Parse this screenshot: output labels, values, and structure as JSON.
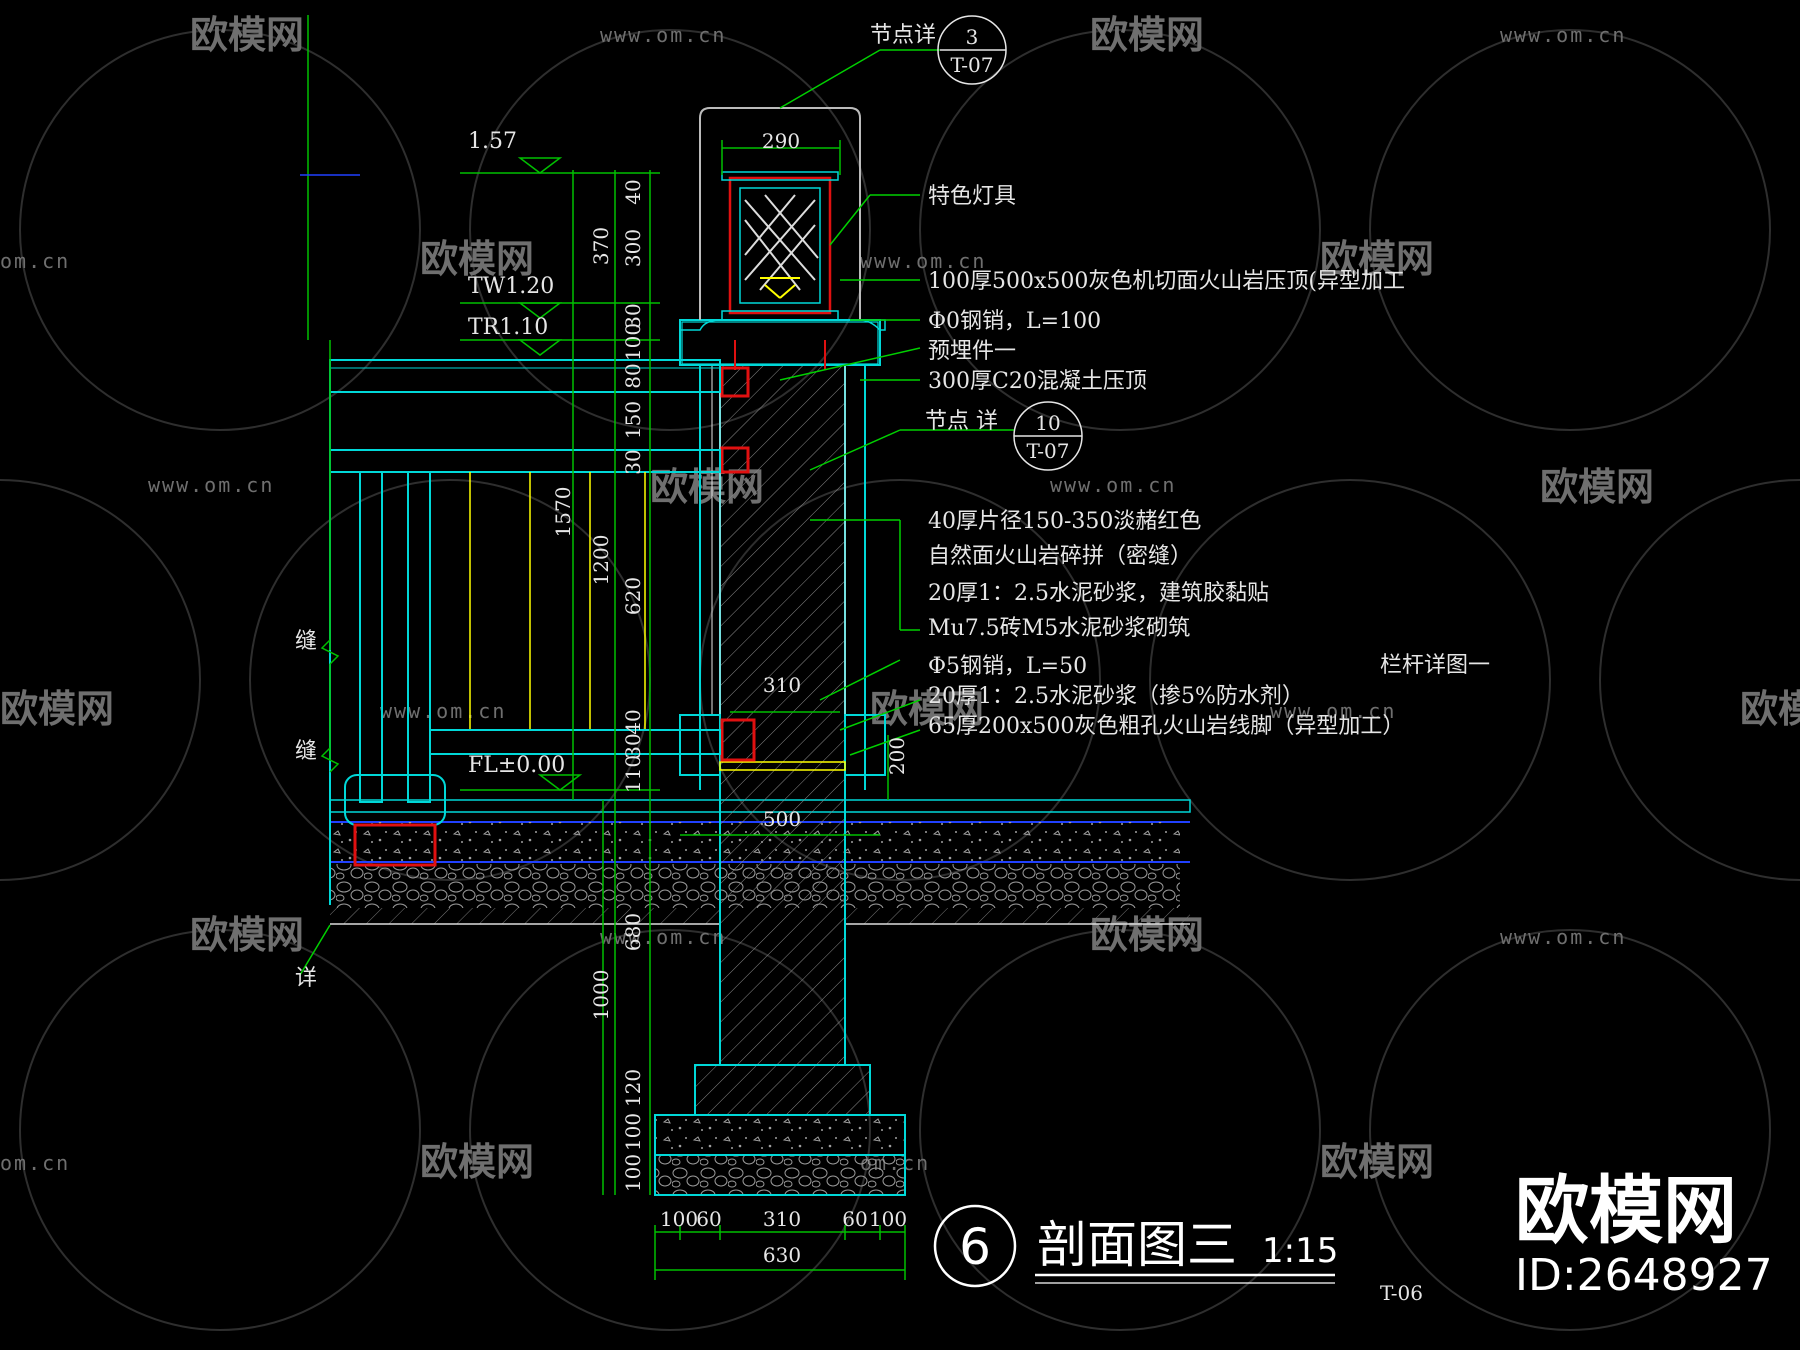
{
  "drawing": {
    "title": "剖面图三",
    "scale": "1:15",
    "section_number": "6",
    "sheet_code": "T-06",
    "railing_label": "栏杆详图一"
  },
  "elevations": {
    "top": "1.57",
    "tw": "TW1.20",
    "tr": "TR1.10",
    "fl": "FL±0.00"
  },
  "callouts": {
    "node_3": {
      "text": "节点详",
      "num": "3",
      "sheet": "T-07"
    },
    "node_10": {
      "text": "节点 详",
      "num": "10",
      "sheet": "T-07"
    },
    "side_1": "缝",
    "side_2": "缝",
    "side_3": "详"
  },
  "annotations": [
    "特色灯具",
    "100厚500x500灰色机切面火山岩压顶(异型加工",
    "Φ0钢销，L=100",
    "预埋件一",
    "300厚C20混凝土压顶",
    "40厚片径150-350淡赭红色",
    "自然面火山岩碎拼（密缝）",
    "20厚1：2.5水泥砂浆，建筑胶黏贴",
    "Mu7.5砖M5水泥砂浆砌筑",
    "Φ5钢销，L=50",
    "20厚1：2.5水泥砂浆（掺5%防水剂）",
    "65厚200x500灰色粗孔火山岩线脚（异型加工）"
  ],
  "dimensions": {
    "top_width": "290",
    "wall_width": "310",
    "base_width": "500",
    "vertical_inner": [
      "40",
      "300",
      "30",
      "100",
      "80",
      "150",
      "30",
      "620",
      "40",
      "30",
      "110"
    ],
    "vertical_outer": [
      "370",
      "1570",
      "1200",
      "680",
      "1000",
      "120",
      "100",
      "100"
    ],
    "right_200": "200",
    "bottom_parts": [
      "100",
      "60",
      "310",
      "60",
      "100"
    ],
    "bottom_total": "630"
  },
  "watermark": {
    "brand": "欧模网",
    "url": "www.om.cn",
    "url_short": "om.cn",
    "id": "ID:2648927"
  },
  "colors": {
    "background": "#000000",
    "structure": "#00d8d8",
    "dimension": "#00c000",
    "leader": "#00d000",
    "steel": "#e01010",
    "light": "#ffff00",
    "text": "#e6e6e6",
    "blue_line": "#2040ff"
  }
}
